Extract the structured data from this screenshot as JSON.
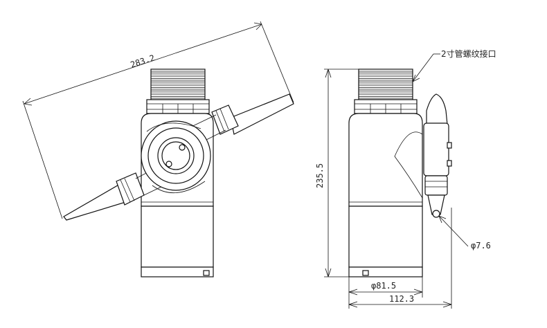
{
  "dimensions": {
    "diagonal_length": "283.2",
    "height": "235.5",
    "base_diameter": "φ81.5",
    "width": "112.3",
    "probe_diameter": "φ7.6"
  },
  "callouts": {
    "pipe_connector": "2寸管螺纹接口"
  }
}
